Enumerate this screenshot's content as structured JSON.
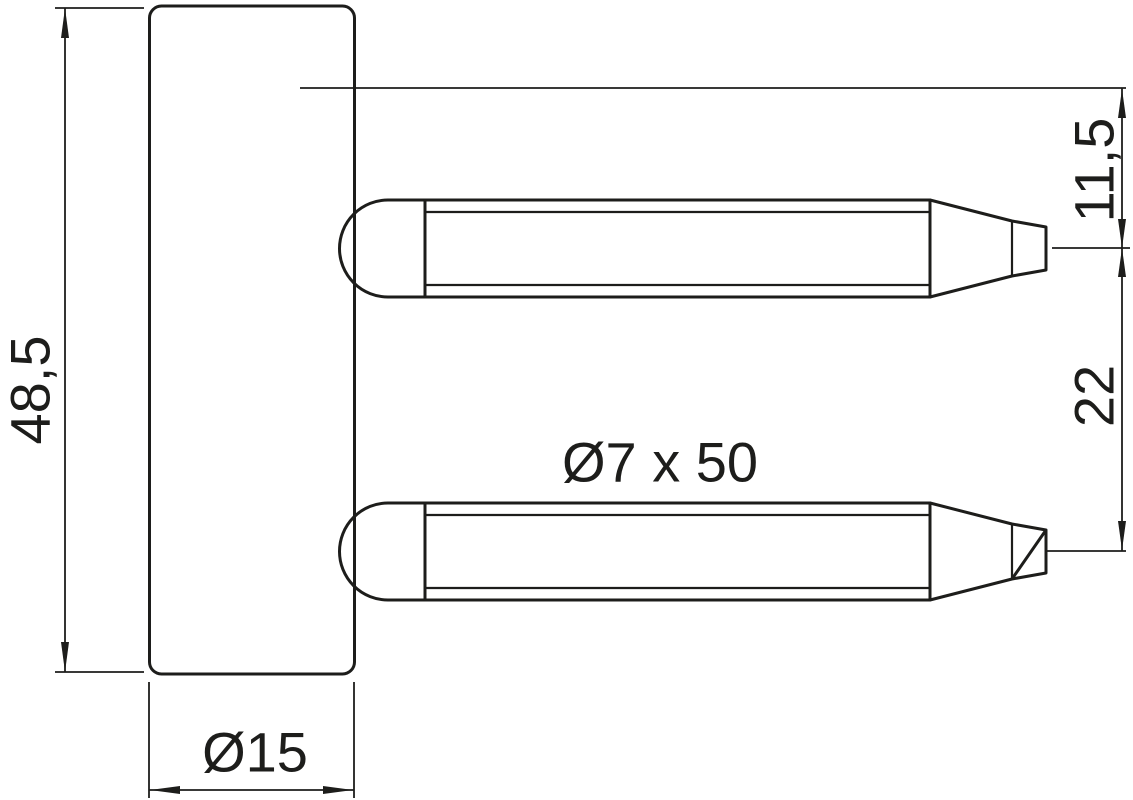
{
  "colors": {
    "line": "#1d1d1b",
    "background": "#ffffff"
  },
  "drawing": {
    "dimensions": {
      "body_height": "48,5",
      "body_diameter": "Ø15",
      "pin_spec": "Ø7 x 50",
      "top_offset": "11,5",
      "pin_spacing": "22"
    }
  }
}
